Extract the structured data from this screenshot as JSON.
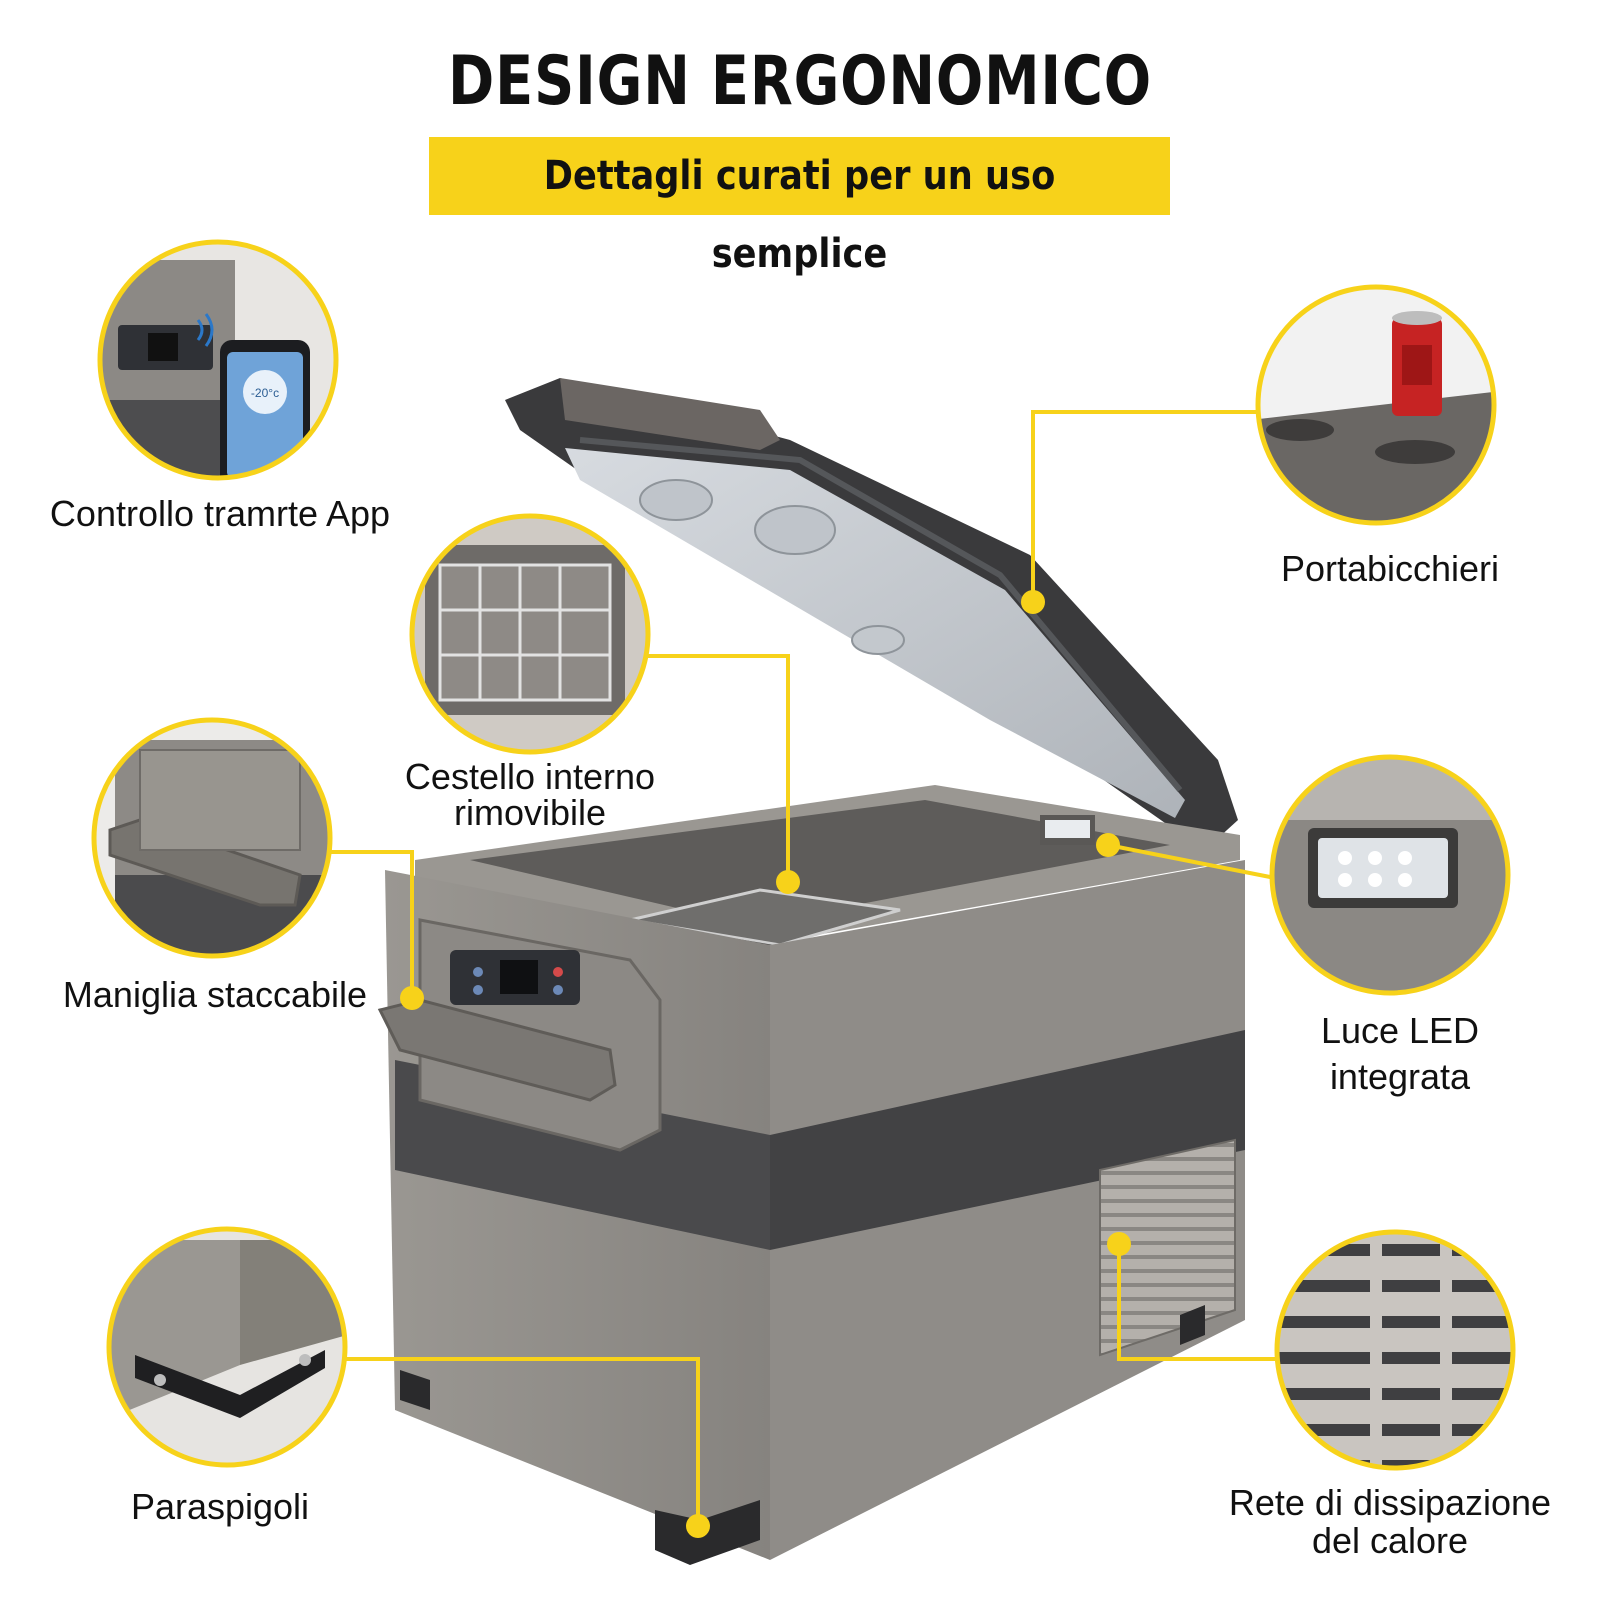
{
  "header": {
    "title": "DESIGN ERGONOMICO",
    "subtitle": "Dettagli curati per un uso semplice"
  },
  "features": {
    "app_control": "Controllo tramrte App",
    "cup_holder": "Portabicchieri",
    "basket_line1": "Cestello interno",
    "basket_line2": "rimovibile",
    "handle": "Maniglia staccabile",
    "led_line1": "Luce LED",
    "led_line2": "integrata",
    "corners": "Paraspigoli",
    "vent_line1": "Rete di dissipazione",
    "vent_line2": "del calore"
  },
  "phone_app": {
    "temperature": "-20°c"
  },
  "colors": {
    "accent": "#f7d21a",
    "fridge_body": "#8f8c88",
    "fridge_band": "#4a4a4c",
    "lid": "#3a3a3c"
  }
}
